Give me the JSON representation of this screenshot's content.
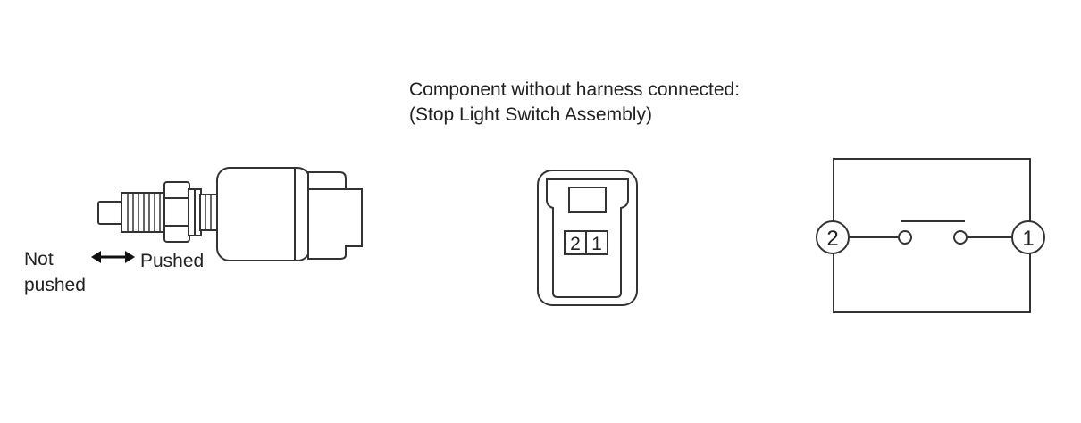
{
  "header": {
    "line1": "Component without harness connected:",
    "line2": "(Stop Light Switch Assembly)"
  },
  "switch_illustration": {
    "label_not_pushed": "Not\npushed",
    "label_pushed": "Pushed"
  },
  "connector": {
    "pins": [
      "2",
      "1"
    ]
  },
  "schematic": {
    "terminal_left": "2",
    "terminal_right": "1"
  }
}
